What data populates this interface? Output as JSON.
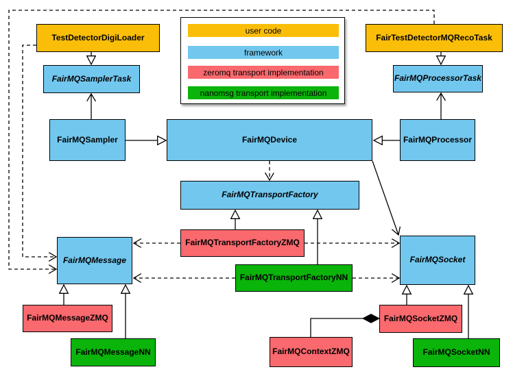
{
  "colors": {
    "user_code": "#FBBE08",
    "framework": "#72C7EE",
    "zeromq_impl": "#F9696E",
    "nanomsg_impl": "#0AB40A",
    "line": "#000000"
  },
  "legend": {
    "items": [
      {
        "label": "user code",
        "color": "#FBBE08"
      },
      {
        "label": "framework",
        "color": "#72C7EE"
      },
      {
        "label": "zeromq transport implementation",
        "color": "#F9696E"
      },
      {
        "label": "nanomsg transport implementation",
        "color": "#0AB40A"
      }
    ]
  },
  "nodes": {
    "testDetectorDigiLoader": {
      "label": "TestDetectorDigiLoader",
      "role": "user_code"
    },
    "fairTestDetectorMQRecoTask": {
      "label": "FairTestDetectorMQRecoTask",
      "role": "user_code"
    },
    "fairMQSamplerTask": {
      "label": "FairMQSamplerTask",
      "role": "framework",
      "abstract": true
    },
    "fairMQProcessorTask": {
      "label": "FairMQProcessorTask",
      "role": "framework",
      "abstract": true
    },
    "fairMQSampler": {
      "label": "FairMQSampler",
      "role": "framework"
    },
    "fairMQDevice": {
      "label": "FairMQDevice",
      "role": "framework"
    },
    "fairMQProcessor": {
      "label": "FairMQProcessor",
      "role": "framework"
    },
    "fairMQTransportFactory": {
      "label": "FairMQTransportFactory",
      "role": "framework",
      "abstract": true
    },
    "fairMQTransportFactoryZMQ": {
      "label": "FairMQTransportFactoryZMQ",
      "role": "zeromq_impl"
    },
    "fairMQTransportFactoryNN": {
      "label": "FairMQTransportFactoryNN",
      "role": "nanomsg_impl"
    },
    "fairMQMessage": {
      "label": "FairMQMessage",
      "role": "framework",
      "abstract": true
    },
    "fairMQSocket": {
      "label": "FairMQSocket",
      "role": "framework",
      "abstract": true
    },
    "fairMQMessageZMQ": {
      "label": "FairMQMessageZMQ",
      "role": "zeromq_impl"
    },
    "fairMQMessageNN": {
      "label": "FairMQMessageNN",
      "role": "nanomsg_impl"
    },
    "fairMQContextZMQ": {
      "label": "FairMQContextZMQ",
      "role": "zeromq_impl"
    },
    "fairMQSocketZMQ": {
      "label": "FairMQSocketZMQ",
      "role": "zeromq_impl"
    },
    "fairMQSocketNN": {
      "label": "FairMQSocketNN",
      "role": "nanomsg_impl"
    }
  },
  "edges": [
    {
      "from": "TestDetectorDigiLoader",
      "to": "FairMQSamplerTask",
      "type": "generalization"
    },
    {
      "from": "FairTestDetectorMQRecoTask",
      "to": "FairMQProcessorTask",
      "type": "generalization"
    },
    {
      "from": "FairMQSampler",
      "to": "FairMQDevice",
      "type": "generalization"
    },
    {
      "from": "FairMQProcessor",
      "to": "FairMQDevice",
      "type": "generalization"
    },
    {
      "from": "FairMQSampler",
      "to": "FairMQSamplerTask",
      "type": "association"
    },
    {
      "from": "FairMQProcessor",
      "to": "FairMQProcessorTask",
      "type": "association"
    },
    {
      "from": "FairMQDevice",
      "to": "FairMQTransportFactory",
      "type": "dependency"
    },
    {
      "from": "FairMQDevice",
      "to": "FairMQSocket",
      "type": "association"
    },
    {
      "from": "FairMQTransportFactoryZMQ",
      "to": "FairMQTransportFactory",
      "type": "generalization"
    },
    {
      "from": "FairMQTransportFactoryNN",
      "to": "FairMQTransportFactory",
      "type": "generalization"
    },
    {
      "from": "FairMQTransportFactoryZMQ",
      "to": "FairMQMessage",
      "type": "dependency"
    },
    {
      "from": "FairMQTransportFactoryZMQ",
      "to": "FairMQSocket",
      "type": "dependency"
    },
    {
      "from": "FairMQTransportFactoryNN",
      "to": "FairMQMessage",
      "type": "dependency"
    },
    {
      "from": "FairMQTransportFactoryNN",
      "to": "FairMQSocket",
      "type": "dependency"
    },
    {
      "from": "TestDetectorDigiLoader",
      "to": "FairMQMessage",
      "type": "dependency"
    },
    {
      "from": "FairTestDetectorMQRecoTask",
      "to": "FairMQMessage",
      "type": "dependency"
    },
    {
      "from": "FairMQMessageZMQ",
      "to": "FairMQMessage",
      "type": "generalization"
    },
    {
      "from": "FairMQMessageNN",
      "to": "FairMQMessage",
      "type": "generalization"
    },
    {
      "from": "FairMQSocketZMQ",
      "to": "FairMQSocket",
      "type": "generalization"
    },
    {
      "from": "FairMQSocketNN",
      "to": "FairMQSocket",
      "type": "generalization"
    },
    {
      "from": "FairMQContextZMQ",
      "to": "FairMQSocketZMQ",
      "type": "composition"
    }
  ]
}
